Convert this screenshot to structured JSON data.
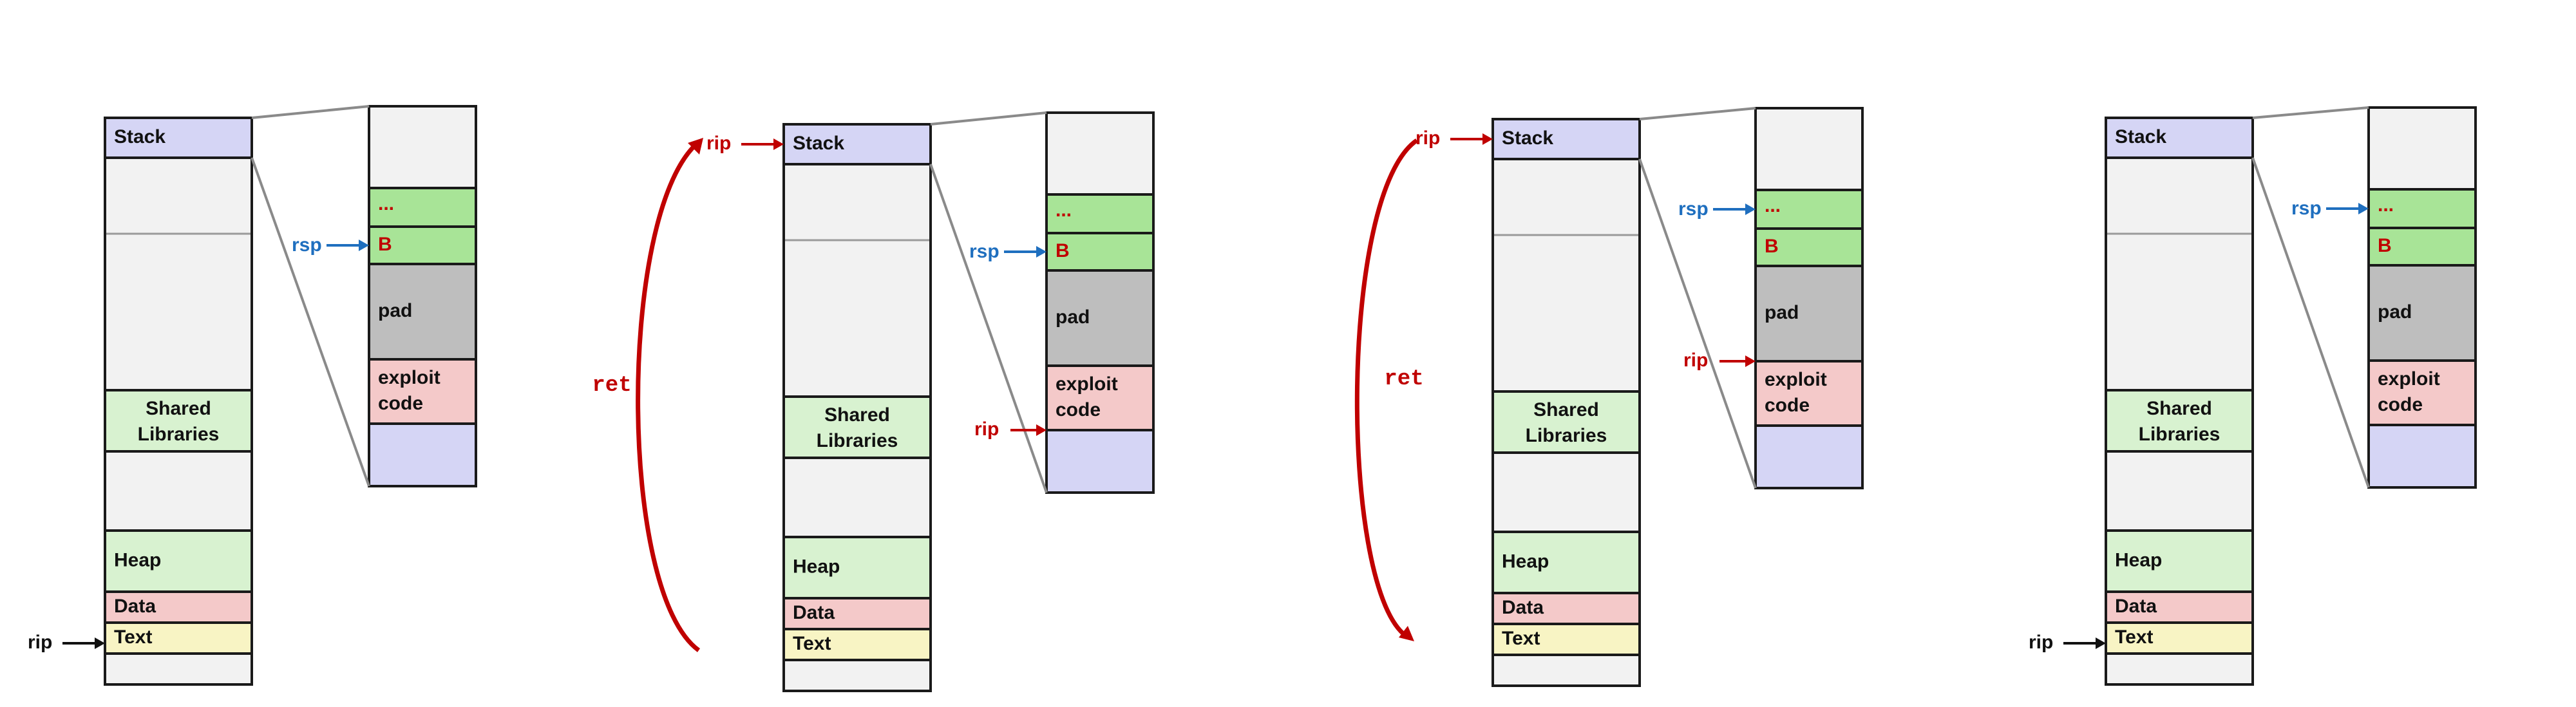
{
  "colors": {
    "stack": "#d5d5f5",
    "empty": "#f2f2f2",
    "shared": "#d8f2d0",
    "heap": "#d8f2d0",
    "data": "#f4c9c9",
    "text": "#f8f4c4",
    "frame_green": "#a8e497",
    "pad": "#bebebe",
    "exploit": "#f4c9c9",
    "frame_bottom": "#d5d5f5",
    "rsp": "#1f6fbf",
    "rip_dark": "#111111",
    "rip_red": "#c00000",
    "outline": "#1a1a1a",
    "zoom_line": "#8a8a8a"
  },
  "labels": {
    "stack": "Stack",
    "shared": [
      "Shared",
      "Libraries"
    ],
    "heap": "Heap",
    "data": "Data",
    "text": "Text",
    "ellipsis": "...",
    "b": "B",
    "pad": "pad",
    "exploit": [
      "exploit",
      "code"
    ],
    "rsp": "rsp",
    "rip": "rip",
    "ret": "ret"
  },
  "panels": [
    {
      "id": 1,
      "rsp_at": "b",
      "rip_at": "text",
      "rip_color": "dark"
    },
    {
      "id": 2,
      "rsp_at": "b",
      "rip_at": "exploit",
      "rip_color": "red",
      "rip_stack": true
    },
    {
      "id": 3,
      "rsp_at": "ellipsis",
      "rip_at": "exploit",
      "rip_color": "red",
      "rip_stack": true
    },
    {
      "id": 4,
      "rsp_at": "ellipsis",
      "rip_at": "text",
      "rip_color": "dark"
    }
  ],
  "transitions": [
    {
      "from": 1,
      "to": 2,
      "label": "ret",
      "direction": "up"
    },
    {
      "from": 2,
      "to": 3,
      "label": "ret",
      "direction": "down"
    }
  ]
}
